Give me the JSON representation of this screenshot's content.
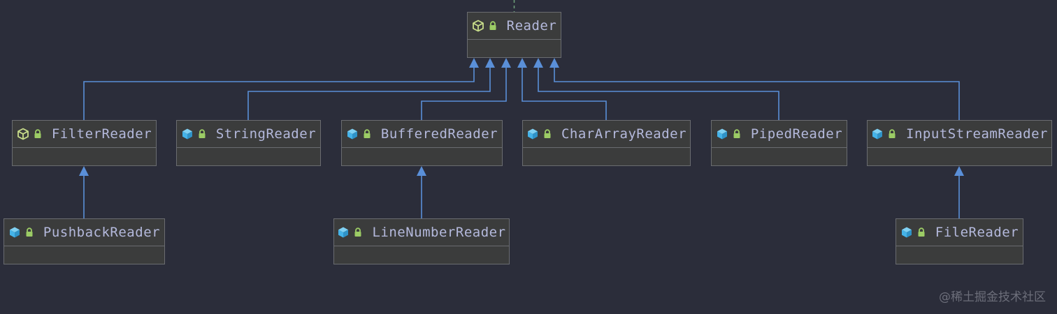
{
  "diagram": {
    "nodes": [
      {
        "id": "reader",
        "name": "Reader",
        "kind": "abstract"
      },
      {
        "id": "filter",
        "name": "FilterReader",
        "kind": "abstract"
      },
      {
        "id": "string",
        "name": "StringReader",
        "kind": "class"
      },
      {
        "id": "buffered",
        "name": "BufferedReader",
        "kind": "class"
      },
      {
        "id": "chararray",
        "name": "CharArrayReader",
        "kind": "class"
      },
      {
        "id": "piped",
        "name": "PipedReader",
        "kind": "class"
      },
      {
        "id": "isr",
        "name": "InputStreamReader",
        "kind": "class"
      },
      {
        "id": "pushback",
        "name": "PushbackReader",
        "kind": "class"
      },
      {
        "id": "linenumber",
        "name": "LineNumberReader",
        "kind": "class"
      },
      {
        "id": "file",
        "name": "FileReader",
        "kind": "class"
      }
    ],
    "edges": [
      {
        "from": "filter",
        "to": "reader"
      },
      {
        "from": "string",
        "to": "reader"
      },
      {
        "from": "buffered",
        "to": "reader"
      },
      {
        "from": "chararray",
        "to": "reader"
      },
      {
        "from": "piped",
        "to": "reader"
      },
      {
        "from": "isr",
        "to": "reader"
      },
      {
        "from": "pushback",
        "to": "filter"
      },
      {
        "from": "linenumber",
        "to": "buffered"
      },
      {
        "from": "file",
        "to": "isr"
      }
    ]
  },
  "colors": {
    "background": "#2b2d3a",
    "edge": "#5a8fd8",
    "node_fill": "#3b3c3c",
    "node_border": "#6a6c70",
    "label": "#b4b9dc",
    "abstract_icon": "#c8dd8a",
    "class_icon": "#45b3e8",
    "lock_icon": "#9ccc65"
  },
  "icons": {
    "abstract": "abstract-class-icon",
    "class": "class-icon",
    "visibility": "lock-icon"
  },
  "watermark": "@稀土掘金技术社区"
}
